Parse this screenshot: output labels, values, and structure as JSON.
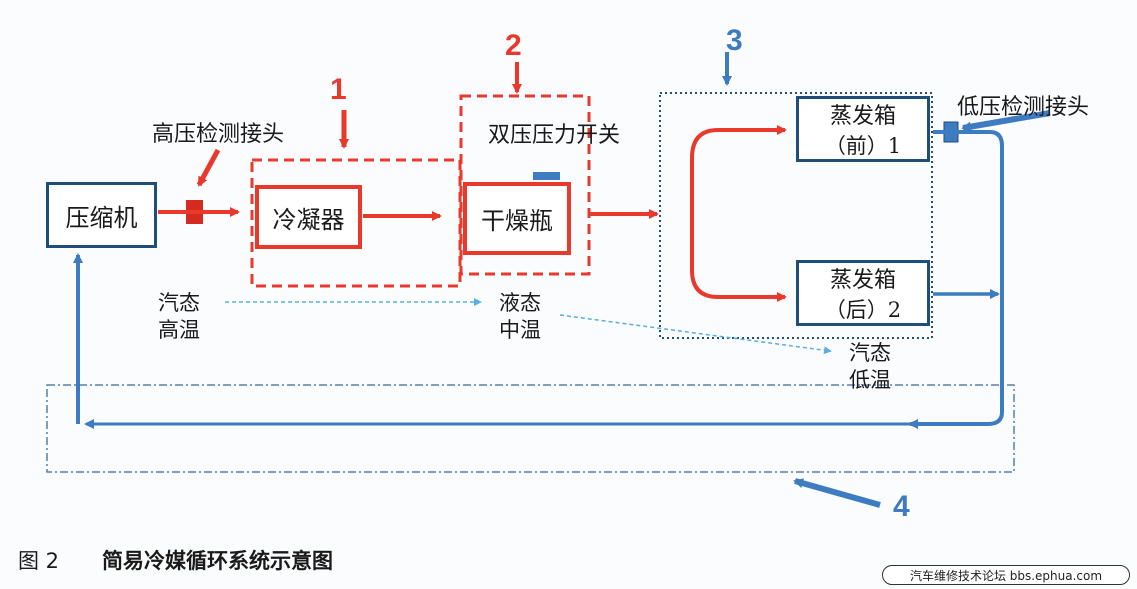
{
  "nodes": {
    "compressor": "压缩机",
    "condenser": "冷凝器",
    "dryer": "干燥瓶",
    "evap_front_line1": "蒸发箱",
    "evap_front_line2": "（前）1",
    "evap_rear_line1": "蒸发箱",
    "evap_rear_line2": "（后）2"
  },
  "labels": {
    "high_pressure_port": "高压检测接头",
    "low_pressure_port": "低压检测接头",
    "dual_pressure_switch": "双压压力开关",
    "state_gas_high_1": "汽态",
    "state_gas_high_2": "高温",
    "state_liquid_mid_1": "液态",
    "state_liquid_mid_2": "中温",
    "state_gas_low_1": "汽态",
    "state_gas_low_2": "低温"
  },
  "callouts": {
    "c1": "1",
    "c2": "2",
    "c3": "3",
    "c4": "4"
  },
  "caption": {
    "figure": "图 2",
    "title": "简易冷媒循环系统示意图"
  },
  "watermark": "汽车维修技术论坛 bbs.ephua.com",
  "colors": {
    "high_side": "#e8392c",
    "low_side": "#3d7cc0",
    "box_border": "#1f4e79",
    "dashed_blue": "#5aaee0"
  }
}
